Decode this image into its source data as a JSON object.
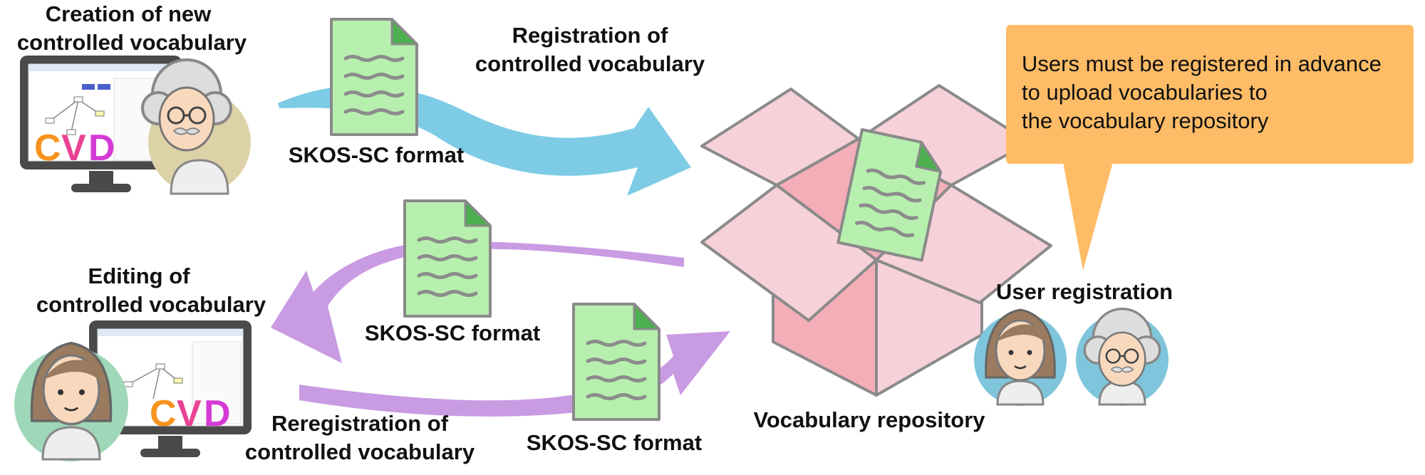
{
  "labels": {
    "creation_line1": "Creation of new",
    "creation_line2": "controlled vocabulary",
    "registration_line1": "Registration of",
    "registration_line2": "controlled vocabulary",
    "editing_line1": "Editing of",
    "editing_line2": "controlled vocabulary",
    "reregistration_line1": "Reregistration of",
    "reregistration_line2": "controlled vocabulary",
    "format_top": "SKOS-SC format",
    "format_middle": "SKOS-SC format",
    "format_bottom": "SKOS-SC format",
    "repository": "Vocabulary repository",
    "user_registration": "User registration"
  },
  "callout": {
    "line1": "Users must be registered in advance",
    "line2": "to upload vocabularies to",
    "line3": "the vocabulary repository"
  },
  "logo": {
    "letters": [
      "C",
      "V",
      "D"
    ]
  },
  "icons": [
    "monitor-icon",
    "document-icon",
    "curved-arrow-icon",
    "open-box-icon",
    "person-avatar-icon",
    "speech-callout-icon"
  ],
  "colors": {
    "arrow_blue": "#7ECBE6",
    "arrow_purple": "#C99BE3",
    "document_fill": "#B7F0AE",
    "document_fold": "#4CAF50",
    "box_pink": "#F7D1D9",
    "box_inner": "#F4AEB8",
    "callout_orange": "#FFBC66",
    "logo_c": "#F7941D",
    "logo_v": "#E84393",
    "logo_d": "#D63AD6"
  }
}
